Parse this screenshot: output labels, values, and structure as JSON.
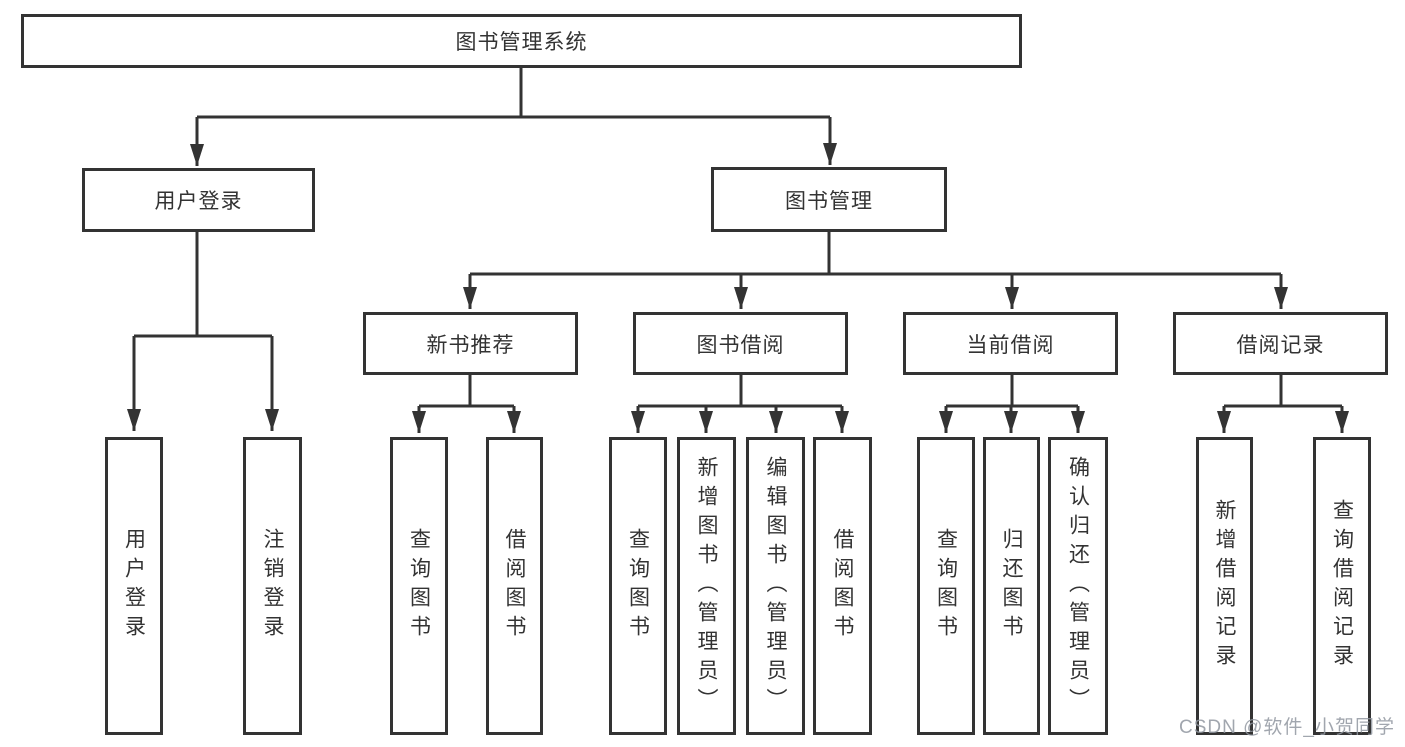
{
  "diagram": {
    "root": {
      "label": "图书管理系统"
    },
    "level2": [
      {
        "label": "用户登录"
      },
      {
        "label": "图书管理"
      }
    ],
    "level3": [
      {
        "label": "新书推荐"
      },
      {
        "label": "图书借阅"
      },
      {
        "label": "当前借阅"
      },
      {
        "label": "借阅记录"
      }
    ],
    "leaves": {
      "user_login": [
        {
          "label": "用户登录"
        },
        {
          "label": "注销登录"
        }
      ],
      "new_book": [
        {
          "label": "查询图书"
        },
        {
          "label": "借阅图书"
        }
      ],
      "book_borrow": [
        {
          "label": "查询图书"
        },
        {
          "label": "新增图书（管理员）"
        },
        {
          "label": "编辑图书（管理员）"
        },
        {
          "label": "借阅图书"
        }
      ],
      "current_borrow": [
        {
          "label": "查询图书"
        },
        {
          "label": "归还图书"
        },
        {
          "label": "确认归还（管理员）"
        }
      ],
      "borrow_record": [
        {
          "label": "新增借阅记录"
        },
        {
          "label": "查询借阅记录"
        }
      ]
    }
  },
  "watermark": {
    "text": "CSDN @软件_小贺同学"
  },
  "colors": {
    "line": "#333333",
    "text": "#333333",
    "box_background": "#ffffff",
    "watermark": "#9196a0"
  }
}
